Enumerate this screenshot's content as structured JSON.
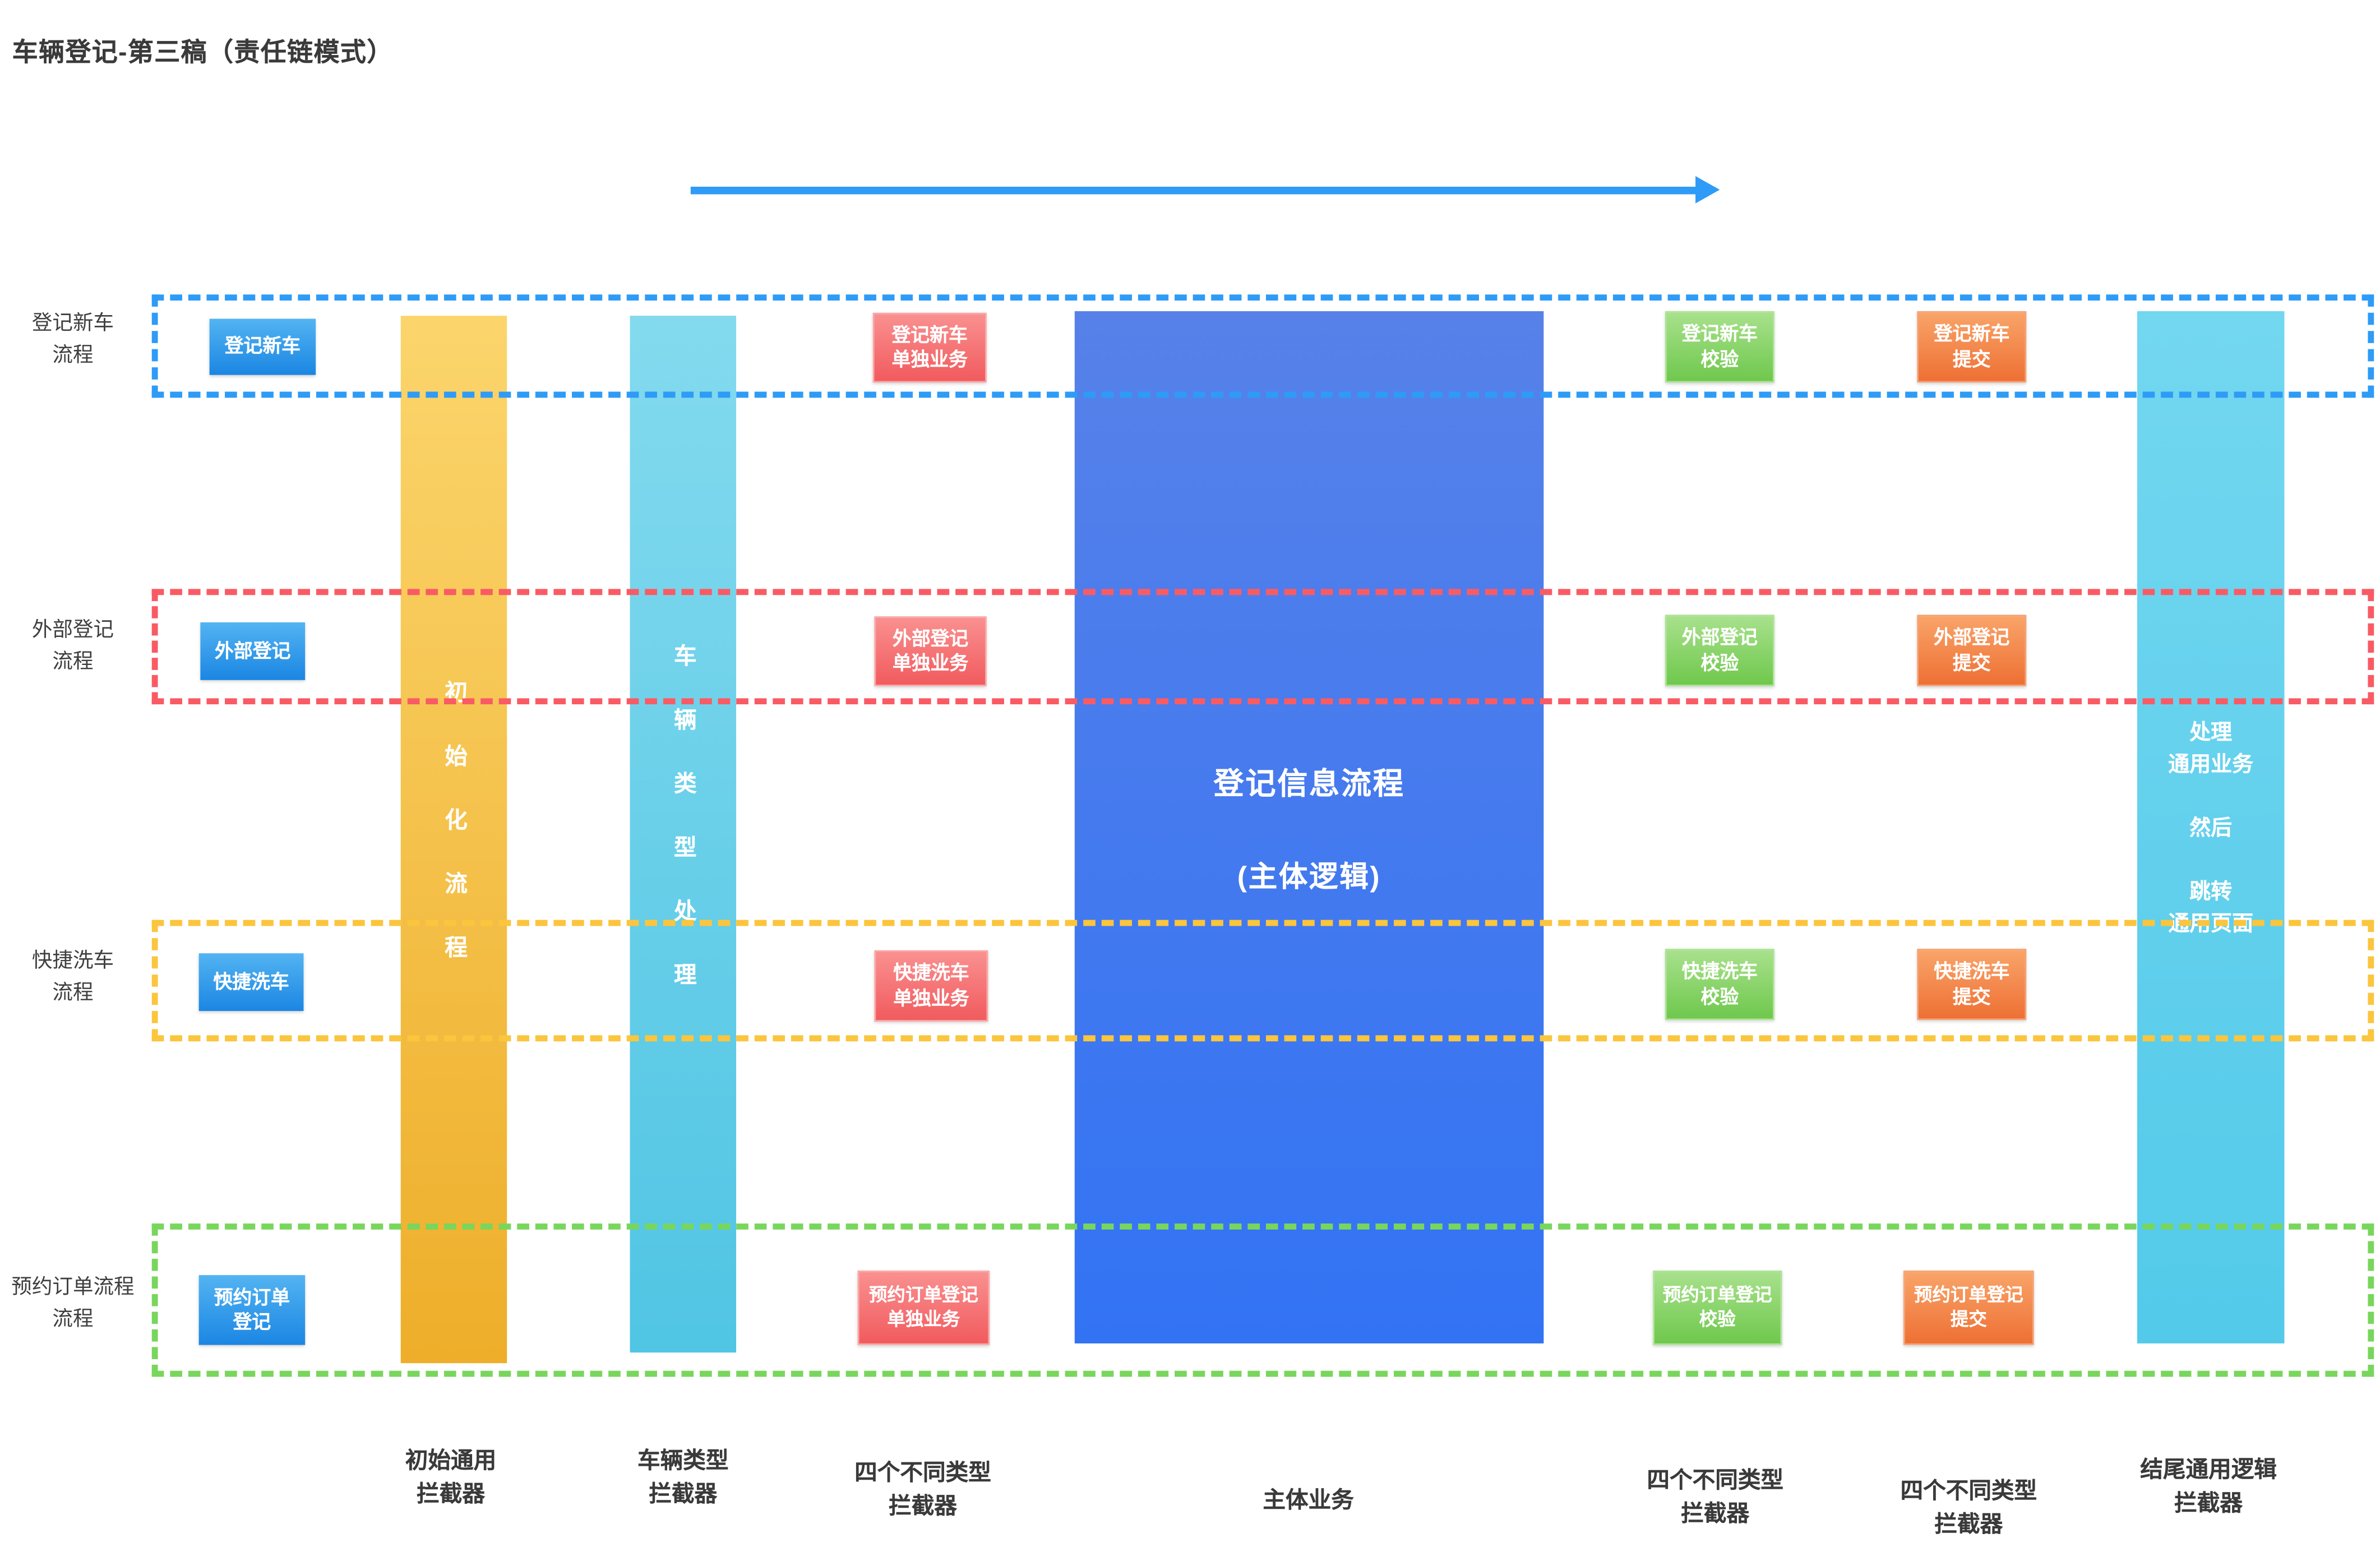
{
  "title": "车辆登记-第三稿（责任链模式）",
  "palette": {
    "lane_blue": "#2e9bf7",
    "lane_red": "#f95b64",
    "lane_yellow": "#fbc53d",
    "lane_green": "#79d65c",
    "entry_box_blue": "#1b86e3",
    "solo_box_red": "#f15b5e",
    "check_box_green": "#6fc84d",
    "submit_box_orange": "#ee7034",
    "init_column_orange": "#eeae2a",
    "type_column_cyan": "#50c5e4",
    "main_column_blue": "#3273f4",
    "tail_column_cyan": "#53caea",
    "arrow_blue": "#2e9bf7",
    "text_dark": "#3a3a3a"
  },
  "arrow": {
    "direction": "right"
  },
  "lanes": [
    {
      "name": "登记新车流程",
      "row_label": "登记新车\n流程",
      "entry": "登记新车",
      "solo": "登记新车\n单独业务",
      "check": "登记新车\n校验",
      "submit": "登记新车\n提交",
      "border_color": "#2e9bf7"
    },
    {
      "name": "外部登记流程",
      "row_label": "外部登记\n流程",
      "entry": "外部登记",
      "solo": "外部登记\n单独业务",
      "check": "外部登记\n校验",
      "submit": "外部登记\n提交",
      "border_color": "#f95b64"
    },
    {
      "name": "快捷洗车流程",
      "row_label": "快捷洗车\n流程",
      "entry": "快捷洗车",
      "solo": "快捷洗车\n单独业务",
      "check": "快捷洗车\n校验",
      "submit": "快捷洗车\n提交",
      "border_color": "#fbc53d"
    },
    {
      "name": "预约订单流程",
      "row_label": "预约订单流程\n流程",
      "entry": "预约订单\n登记",
      "solo": "预约订单登记\n单独业务",
      "check": "预约订单登记\n校验",
      "submit": "预约订单登记\n提交",
      "border_color": "#79d65c"
    }
  ],
  "columns": {
    "init": {
      "label": "初始化流程"
    },
    "vehicle_type": {
      "label": "车辆类型处理"
    },
    "main": {
      "title": "登记信息流程",
      "subtitle": "(主体逻辑)"
    },
    "tail": {
      "label": "处理\n通用业务\n\n然后\n\n跳转\n通用页面"
    }
  },
  "bottom_labels": [
    "初始通用\n拦截器",
    "车辆类型\n拦截器",
    "四个不同类型\n拦截器",
    "主体业务",
    "四个不同类型\n拦截器",
    "四个不同类型\n拦截器",
    "结尾通用逻辑\n拦截器"
  ]
}
